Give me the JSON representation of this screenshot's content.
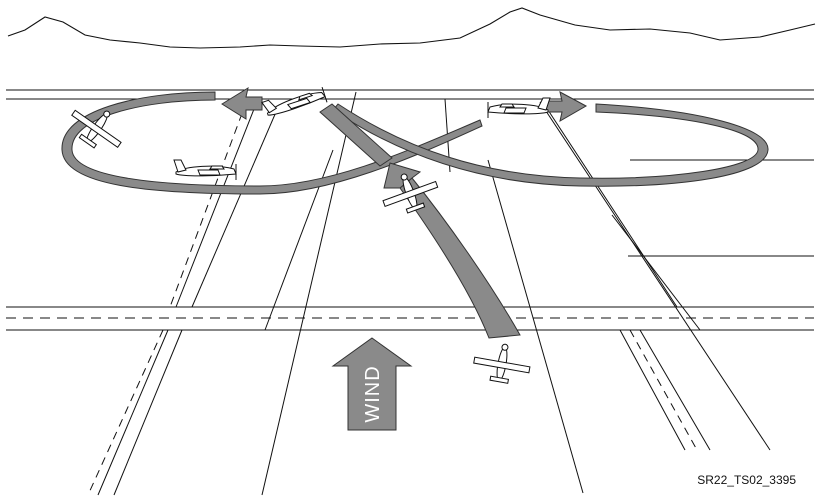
{
  "figure": {
    "wind_label": "WIND",
    "figure_id": "SR22_TS02_3395"
  },
  "colors": {
    "line": "#111111",
    "arrow_fill": "#8a8a8a",
    "arrow_stroke": "#333333",
    "aircraft_fill": "#ffffff",
    "background": "#ffffff"
  },
  "icons": {
    "aircraft": "aircraft-icon",
    "arrow": "path-arrow"
  }
}
